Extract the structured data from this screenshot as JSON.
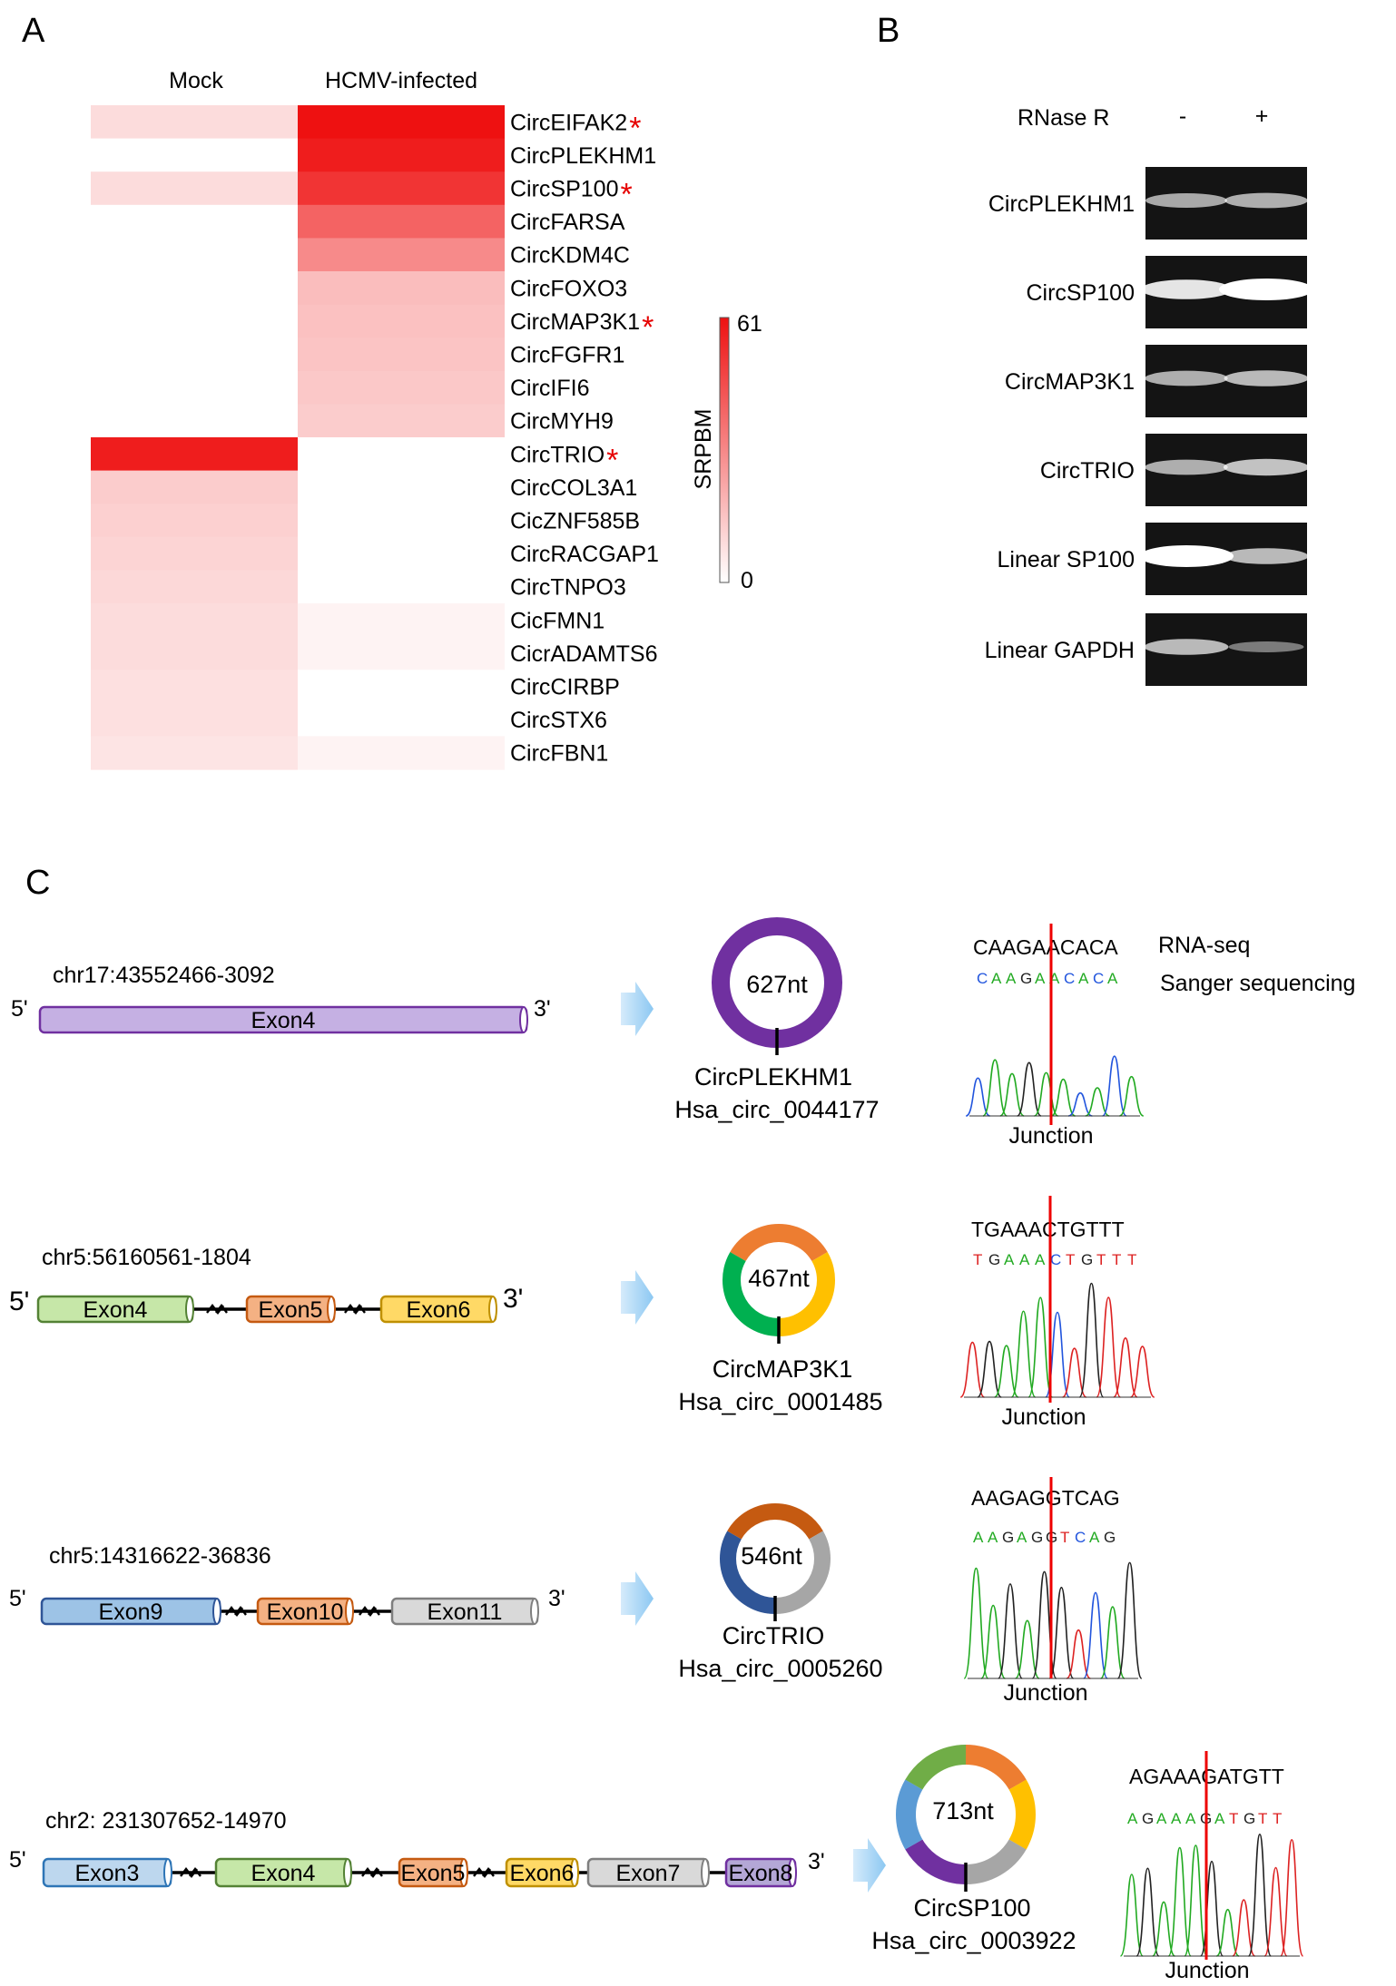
{
  "panels": {
    "a": "A",
    "b": "B",
    "c": "C"
  },
  "heatmap": {
    "col_mock": "Mock",
    "col_hcmv": "HCMV-infected",
    "colorbar": {
      "label": "SRPBM",
      "max": "61",
      "min": "0",
      "max_value": 61
    },
    "asterisk": "*",
    "rows": [
      {
        "gene": "CircEIFAK2",
        "mock": 9,
        "hcmv": 61,
        "star": true
      },
      {
        "gene": "CircPLEKHM1",
        "mock": 0,
        "hcmv": 58,
        "star": false
      },
      {
        "gene": "CircSP100",
        "mock": 9,
        "hcmv": 52,
        "star": true
      },
      {
        "gene": "CircFARSA",
        "mock": 0,
        "hcmv": 40,
        "star": false
      },
      {
        "gene": "CircKDM4C",
        "mock": 0,
        "hcmv": 30,
        "star": false
      },
      {
        "gene": "CircFOXO3",
        "mock": 0,
        "hcmv": 17,
        "star": false
      },
      {
        "gene": "CircMAP3K1",
        "mock": 0,
        "hcmv": 16,
        "star": true
      },
      {
        "gene": "CircFGFR1",
        "mock": 0,
        "hcmv": 15,
        "star": false
      },
      {
        "gene": "CircIFI6",
        "mock": 0,
        "hcmv": 14,
        "star": false
      },
      {
        "gene": "CircMYH9",
        "mock": 0,
        "hcmv": 13,
        "star": false
      },
      {
        "gene": "CircTRIO",
        "mock": 58,
        "hcmv": 0,
        "star": true
      },
      {
        "gene": "CircCOL3A1",
        "mock": 13,
        "hcmv": 0,
        "star": false
      },
      {
        "gene": "CicZNF585B",
        "mock": 12,
        "hcmv": 0,
        "star": false
      },
      {
        "gene": "CircRACGAP1",
        "mock": 11,
        "hcmv": 0,
        "star": false
      },
      {
        "gene": "CircTNPO3",
        "mock": 10,
        "hcmv": 0,
        "star": false
      },
      {
        "gene": "CicFMN1",
        "mock": 9,
        "hcmv": 3,
        "star": false
      },
      {
        "gene": "CicrADAMTS6",
        "mock": 9,
        "hcmv": 3,
        "star": false
      },
      {
        "gene": "CircCIRBP",
        "mock": 8,
        "hcmv": 0,
        "star": false
      },
      {
        "gene": "CircSTX6",
        "mock": 8,
        "hcmv": 0,
        "star": false
      },
      {
        "gene": "CircFBN1",
        "mock": 7,
        "hcmv": 3,
        "star": false
      }
    ]
  },
  "gel": {
    "rnase_label": "RNase R",
    "minus": "-",
    "plus": "+",
    "rows": [
      {
        "label": "CircPLEKHM1",
        "minus": 0.5,
        "plus": 0.55
      },
      {
        "label": "CircSP100",
        "minus": 0.85,
        "plus": 1.0
      },
      {
        "label": "CircMAP3K1",
        "minus": 0.55,
        "plus": 0.6
      },
      {
        "label": "CircTRIO",
        "minus": 0.55,
        "plus": 0.65
      },
      {
        "label": "Linear SP100",
        "minus": 1.0,
        "plus": 0.6
      },
      {
        "label": "Linear GAPDH",
        "minus": 0.6,
        "plus": 0.25
      }
    ]
  },
  "circs": [
    {
      "coord": "chr17:43552466-3092",
      "five": "5'",
      "three": "3'",
      "exons": [
        {
          "label": "Exon4",
          "color": "#c5b0e3"
        }
      ],
      "length": "627nt",
      "ring_colors": [
        "#7030a0"
      ],
      "name": "CircPLEKHM1",
      "id": "Hsa_circ_0044177",
      "seq_top": "CAAGAACACA",
      "seq_sanger": "CAAGAACACA",
      "junction": "Junction",
      "legend_rnaseq": "RNA-seq",
      "legend_sanger": "Sanger sequencing"
    },
    {
      "coord": "chr5:56160561-1804",
      "five": "5'",
      "three": "3'",
      "exons": [
        {
          "label": "Exon4",
          "color": "#c6e7a8"
        },
        {
          "label": "Exon5",
          "color": "#f4b183"
        },
        {
          "label": "Exon6",
          "color": "#ffd966"
        }
      ],
      "length": "467nt",
      "ring_colors": [
        "#ed7d31",
        "#ffc000",
        "#00b050"
      ],
      "name": "CircMAP3K1",
      "id": "Hsa_circ_0001485",
      "seq_top": "TGAAACTGTTT",
      "seq_sanger": "TGAAACTGTTT",
      "junction": "Junction"
    },
    {
      "coord": "chr5:14316622-36836",
      "five": "5'",
      "three": "3'",
      "exons": [
        {
          "label": "Exon9",
          "color": "#9dc3e6"
        },
        {
          "label": "Exon10",
          "color": "#f4b183"
        },
        {
          "label": "Exon11",
          "color": "#d9d9d9"
        }
      ],
      "length": "546nt",
      "ring_colors": [
        "#c55a11",
        "#a6a6a6",
        "#2f5597"
      ],
      "name": "CircTRIO",
      "id": "Hsa_circ_0005260",
      "seq_top": "AAGAGGTCAG",
      "seq_sanger": "AAGAGGTCAG",
      "junction": "Junction"
    },
    {
      "coord": "chr2: 231307652-14970",
      "five": "5'",
      "three": "3'",
      "exons": [
        {
          "label": "Exon3",
          "color": "#bdd7ee"
        },
        {
          "label": "Exon4",
          "color": "#c6e7a8"
        },
        {
          "label": "Exon5",
          "color": "#f4b183"
        },
        {
          "label": "Exon6",
          "color": "#ffd966"
        },
        {
          "label": "Exon7",
          "color": "#d9d9d9"
        },
        {
          "label": "Exon8",
          "color": "#b4a7d6"
        }
      ],
      "length": "713nt",
      "ring_colors": [
        "#ed7d31",
        "#ffc000",
        "#a6a6a6",
        "#7030a0",
        "#5b9bd5",
        "#70ad47"
      ],
      "name": "CircSP100",
      "id": "Hsa_circ_0003922",
      "seq_top": "AGAAAGATGTT",
      "seq_sanger": "AGAAAGATGTT",
      "junction": "Junction"
    }
  ]
}
